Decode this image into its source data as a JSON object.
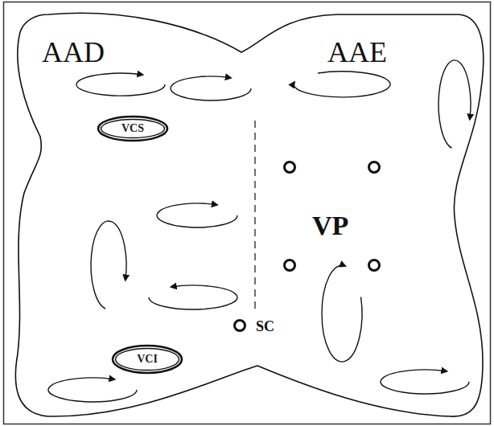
{
  "diagram": {
    "nodes": [
      {
        "text": [
          "VCS"
        ]
      },
      {
        "text": [
          "VCI"
        ]
      }
    ],
    "labels": [
      "AAD",
      "AAE",
      "VP",
      "SC"
    ]
  }
}
